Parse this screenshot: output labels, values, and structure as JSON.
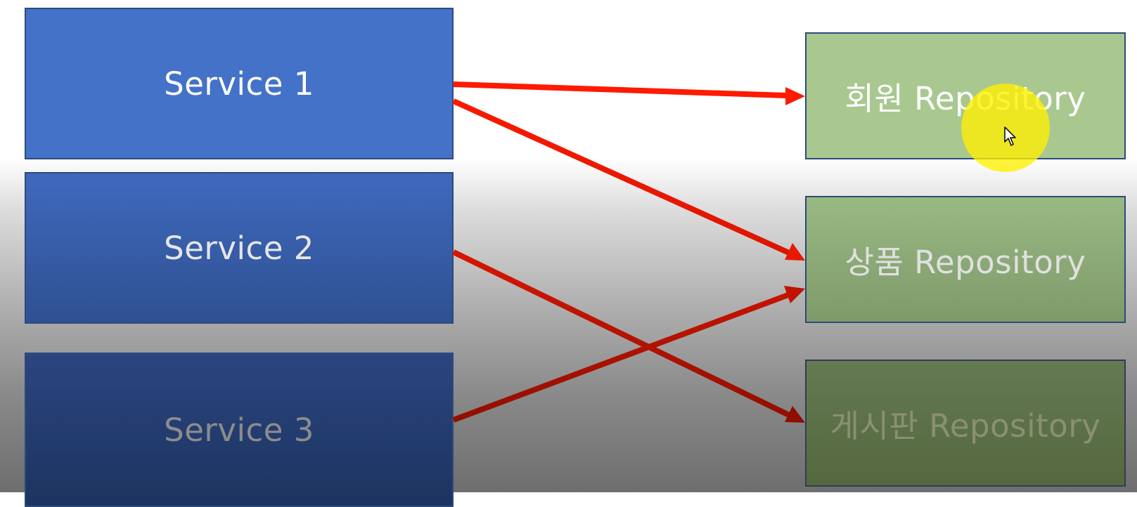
{
  "services": [
    {
      "label": "Service 1"
    },
    {
      "label": "Service 2"
    },
    {
      "label": "Service 3"
    }
  ],
  "repositories": [
    {
      "label": "회원 Repository"
    },
    {
      "label": "상품 Repository"
    },
    {
      "label": "게시판 Repository"
    }
  ],
  "connections": [
    {
      "from": "Service 1",
      "to": "회원 Repository"
    },
    {
      "from": "Service 1",
      "to": "상품 Repository"
    },
    {
      "from": "Service 2",
      "to": "게시판 Repository"
    },
    {
      "from": "Service 3",
      "to": "상품 Repository"
    }
  ],
  "colors": {
    "service_fill": "#4472c8",
    "repository_fill": "#a8c890",
    "arrow": "#ff1a00",
    "cursor_highlight": "#fff000"
  }
}
